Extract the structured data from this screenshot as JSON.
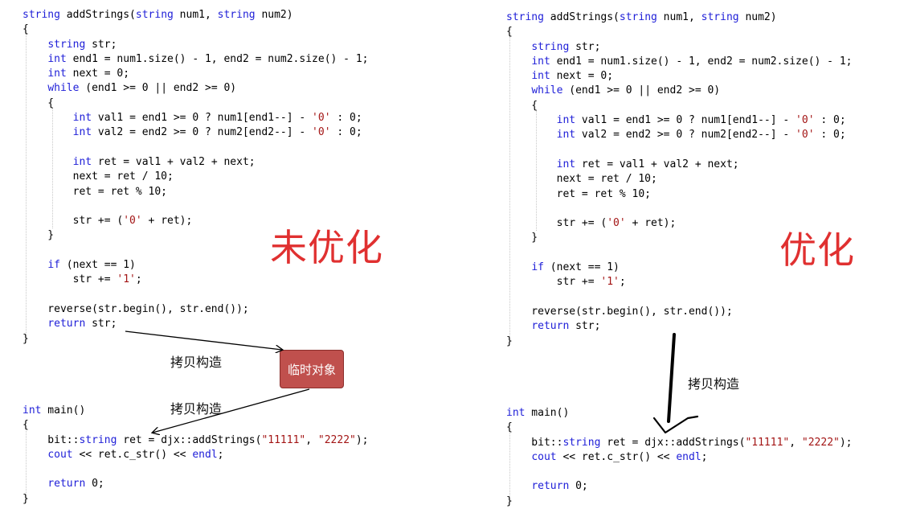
{
  "left": {
    "label": "未优化",
    "temp_object": "临时对象",
    "copy_label_1": "拷贝构造",
    "copy_label_2": "拷贝构造",
    "lines": [
      "string addStrings(string num1, string num2)",
      "{",
      "    string str;",
      "    int end1 = num1.size() - 1, end2 = num2.size() - 1;",
      "    int next = 0;",
      "    while (end1 >= 0 || end2 >= 0)",
      "    {",
      "        int val1 = end1 >= 0 ? num1[end1--] - '0' : 0;",
      "        int val2 = end2 >= 0 ? num2[end2--] - '0' : 0;",
      "",
      "        int ret = val1 + val2 + next;",
      "        next = ret / 10;",
      "        ret = ret % 10;",
      "",
      "        str += ('0' + ret);",
      "    }",
      "",
      "    if (next == 1)",
      "        str += '1';",
      "",
      "    reverse(str.begin(), str.end());",
      "    return str;",
      "}"
    ],
    "main_lines": [
      "int main()",
      "{",
      "    bit::string ret = djx::addStrings(\"11111\", \"2222\");",
      "    cout << ret.c_str() << endl;",
      "",
      "    return 0;",
      "}"
    ]
  },
  "right": {
    "label": "优化",
    "copy_label": "拷贝构造",
    "lines": [
      "string addStrings(string num1, string num2)",
      "{",
      "    string str;",
      "    int end1 = num1.size() - 1, end2 = num2.size() - 1;",
      "    int next = 0;",
      "    while (end1 >= 0 || end2 >= 0)",
      "    {",
      "        int val1 = end1 >= 0 ? num1[end1--] - '0' : 0;",
      "        int val2 = end2 >= 0 ? num2[end2--] - '0' : 0;",
      "",
      "        int ret = val1 + val2 + next;",
      "        next = ret / 10;",
      "        ret = ret % 10;",
      "",
      "        str += ('0' + ret);",
      "    }",
      "",
      "    if (next == 1)",
      "        str += '1';",
      "",
      "    reverse(str.begin(), str.end());",
      "    return str;",
      "}"
    ],
    "main_lines": [
      "int main()",
      "{",
      "    bit::string ret = djx::addStrings(\"11111\", \"2222\");",
      "    cout << ret.c_str() << endl;",
      "",
      "    return 0;",
      "}"
    ]
  },
  "colors": {
    "keyword": "#2020d8",
    "string_literal": "#a31515",
    "label_red": "#e03030",
    "temp_box": "#c0504d"
  }
}
